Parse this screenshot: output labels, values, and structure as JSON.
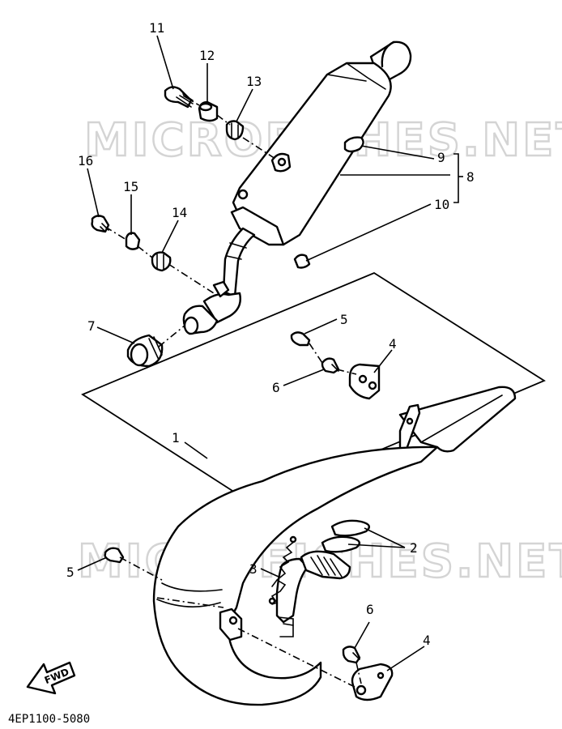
{
  "watermark": {
    "text": "MICROFICHES.NET",
    "color": "#d4d4d4"
  },
  "callouts": {
    "c1": "1",
    "c2": "2",
    "c3": "3",
    "c4_upper": "4",
    "c4_lower": "4",
    "c5_upper": "5",
    "c5_lower": "5",
    "c6_upper": "6",
    "c6_lower": "6",
    "c7": "7",
    "c8": "8",
    "c9": "9",
    "c10": "10",
    "c11": "11",
    "c12": "12",
    "c13": "13",
    "c14": "14",
    "c15": "15",
    "c16": "16"
  },
  "direction_label": "FWD",
  "diagram_code": "4EP1100-5080",
  "colors": {
    "line": "#000000",
    "background": "#ffffff"
  }
}
